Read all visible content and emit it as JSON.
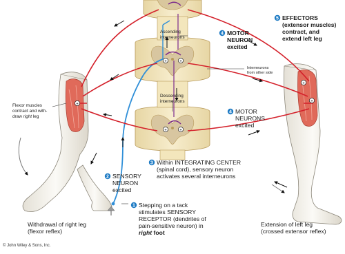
{
  "colors": {
    "sensory_neuron": "#2f8fd8",
    "motor_neuron": "#d4202a",
    "interneuron": "#7b2a8c",
    "spinal_cord": "#f3e6bc",
    "gray_matter": "#d8c6a0",
    "muscle": "#e06a5a",
    "skin": "#f2f0ea",
    "step_badge": "#1e7bc4"
  },
  "labels": {
    "ascending": [
      "Ascending",
      "interneurons"
    ],
    "descending": [
      "Descending",
      "interneurons"
    ],
    "interneurons_other_side": [
      "Interneurons",
      "from other side"
    ],
    "flexor": [
      "Flexor muscles",
      "contract and with-",
      "draw ",
      "right",
      " leg"
    ],
    "caption_left": [
      "Withdrawal of right leg",
      "(flexor reflex)"
    ],
    "caption_right": [
      "Extension of left leg",
      "(crossed extensor reflex)"
    ],
    "copyright": "© John Wiley & Sons, Inc."
  },
  "steps": [
    {
      "number": "1",
      "lines": [
        "Stepping on a tack",
        "stimulates SENSORY",
        "RECEPTOR (dendrites of",
        "pain-sensitive neuron) in"
      ],
      "emph": "right",
      "emph_tail": " foot"
    },
    {
      "number": "2",
      "lines": [
        "SENSORY",
        "NEURON",
        "excited"
      ]
    },
    {
      "number": "3",
      "lines": [
        "Within INTEGRATING CENTER",
        "(spinal cord), sensory neuron",
        "activates several interneurons"
      ]
    },
    {
      "number": "4",
      "lines": [
        "MOTOR",
        "NEURONS",
        "excited"
      ]
    },
    {
      "number": "4",
      "lines": [
        "MOTOR",
        "NEURON",
        "excited"
      ]
    },
    {
      "number": "5",
      "lines": [
        "EFFECTORS",
        "(extensor muscles)",
        "contract, and",
        "extend left leg"
      ]
    }
  ]
}
